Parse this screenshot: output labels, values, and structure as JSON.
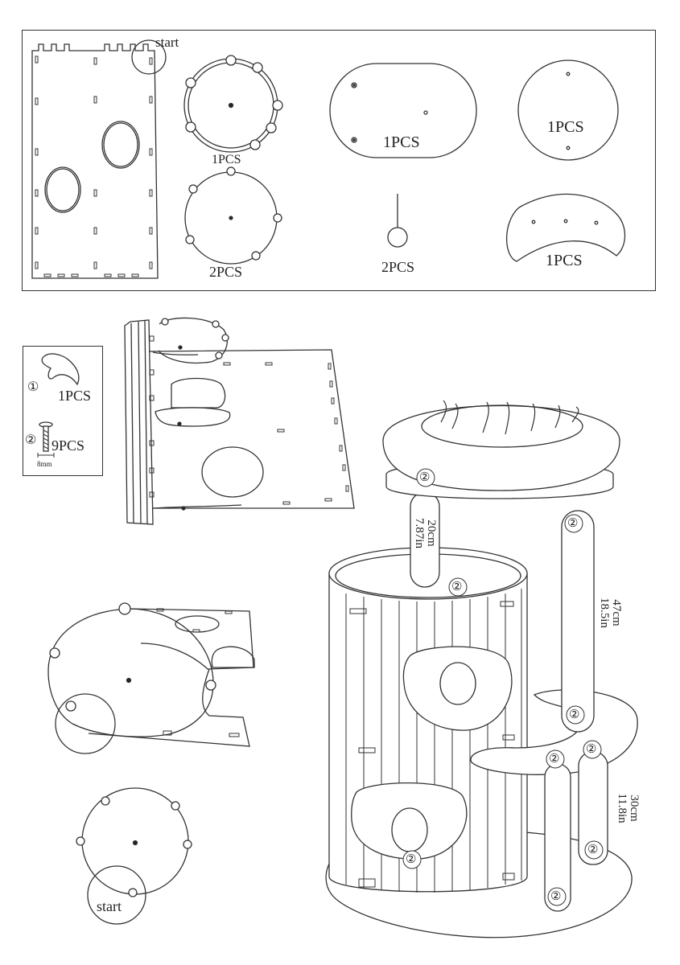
{
  "parts": {
    "panel_start_label": "start",
    "ring_platform_qty": "1PCS",
    "round_platform_qty": "2PCS",
    "oval_board_qty": "1PCS",
    "round_board_qty": "1PCS",
    "post_qty": "2PCS",
    "crescent_qty": "1PCS"
  },
  "hardware": {
    "item1_marker": "①",
    "item1_qty": "1PCS",
    "item2_marker": "②",
    "item2_qty": "9PCS",
    "screw_length": "8mm"
  },
  "assembly": {
    "start_label": "start",
    "marker": "②",
    "short_post_cm": "20cm",
    "short_post_in": "7.87in",
    "tall_post_cm": "47cm",
    "tall_post_in": "18.5in",
    "low_post_cm": "30cm",
    "low_post_in": "11.8in"
  }
}
